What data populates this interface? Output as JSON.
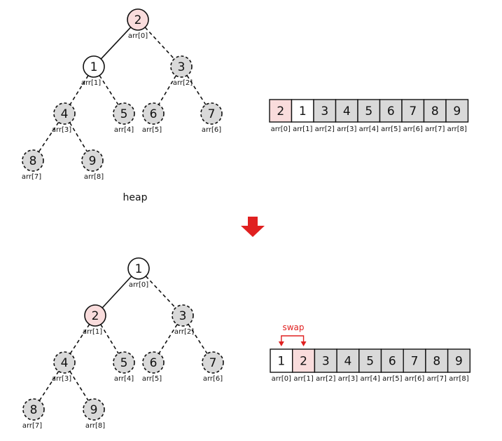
{
  "colors": {
    "highlight": "#f9dcdc",
    "active": "#ffffff",
    "inactive": "#d9d9d9",
    "stroke": "#111111",
    "accent": "#e02020"
  },
  "caption": "heap",
  "swap_label": "swap",
  "arrow_icon": "down-arrow-icon",
  "indices": [
    "arr[0]",
    "arr[1]",
    "arr[2]",
    "arr[3]",
    "arr[4]",
    "arr[5]",
    "arr[6]",
    "arr[7]",
    "arr[8]"
  ],
  "diagrams": [
    {
      "name": "before",
      "values": [
        "2",
        "1",
        "3",
        "4",
        "5",
        "6",
        "7",
        "8",
        "9"
      ],
      "states": [
        "highlight",
        "active",
        "inactive",
        "inactive",
        "inactive",
        "inactive",
        "inactive",
        "inactive",
        "inactive"
      ]
    },
    {
      "name": "after",
      "values": [
        "1",
        "2",
        "3",
        "4",
        "5",
        "6",
        "7",
        "8",
        "9"
      ],
      "states": [
        "active",
        "highlight",
        "inactive",
        "inactive",
        "inactive",
        "inactive",
        "inactive",
        "inactive",
        "inactive"
      ]
    }
  ]
}
